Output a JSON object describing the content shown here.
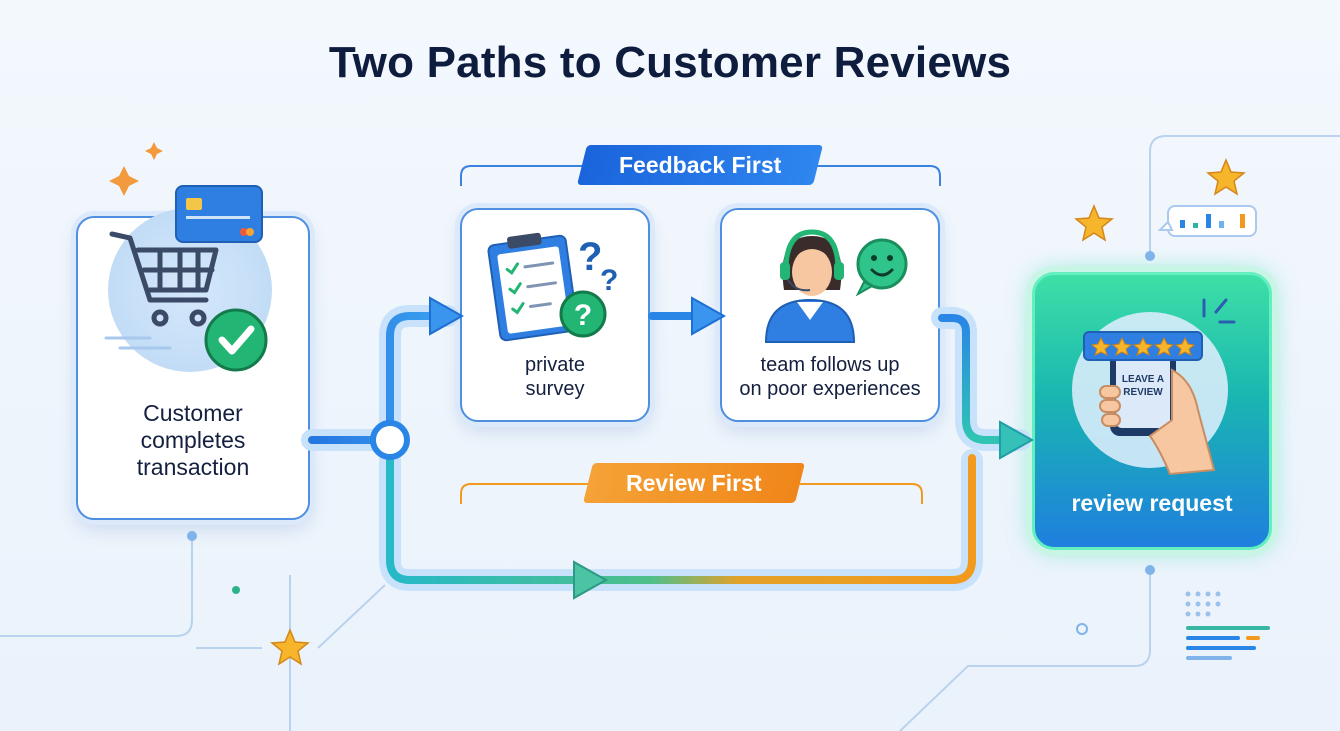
{
  "title": "Two Paths to Customer Reviews",
  "paths": {
    "feedback_first": "Feedback First",
    "review_first": "Review First"
  },
  "nodes": {
    "start": {
      "label_lines": [
        "Customer",
        "completes",
        "transaction"
      ]
    },
    "survey": {
      "label_lines": [
        "private",
        "survey"
      ]
    },
    "followup": {
      "label_lines": [
        "team follows up",
        "on poor experiences"
      ]
    },
    "review": {
      "label": "review request",
      "phone_text_lines": [
        "LEAVE A",
        "REVIEW"
      ],
      "stars": 5
    }
  },
  "colors": {
    "title": "#0e1c3d",
    "feedback_pill": "#1f72e8",
    "review_pill": "#f28f1c",
    "flow_blue": "#2a86e6",
    "flow_orange": "#f29a1d",
    "review_card": "#1fb8a8",
    "star": "#f6b52a"
  },
  "icons": {
    "start": [
      "shopping-cart-icon",
      "credit-card-icon",
      "check-circle-icon"
    ],
    "survey": [
      "clipboard-checklist-icon",
      "question-mark-icon"
    ],
    "followup": [
      "support-agent-icon",
      "smile-chat-icon"
    ],
    "review": [
      "phone-rating-icon",
      "five-star-icon",
      "hand-icon"
    ]
  }
}
